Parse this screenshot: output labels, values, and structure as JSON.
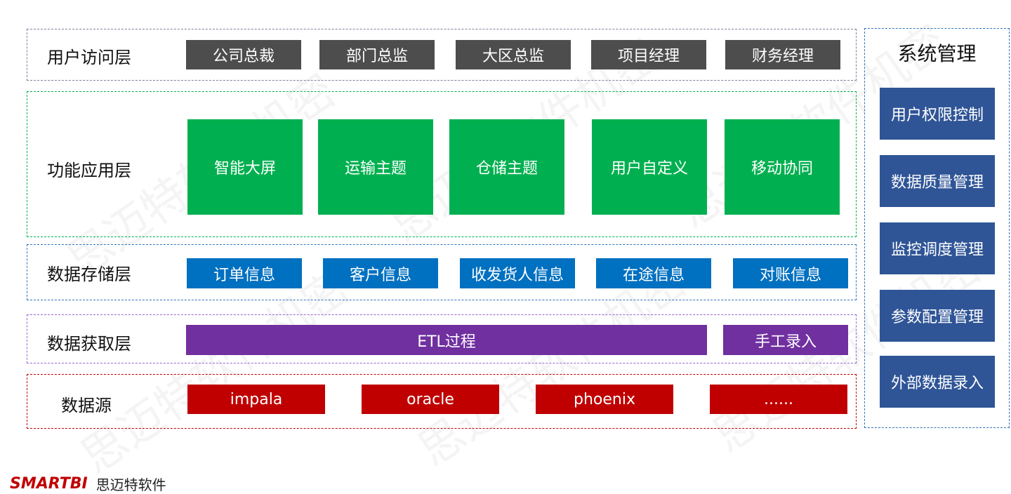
{
  "layers": {
    "access": {
      "label": "用户访问层",
      "items": [
        "公司总裁",
        "部门总监",
        "大区总监",
        "项目经理",
        "财务经理"
      ]
    },
    "function": {
      "label": "功能应用层",
      "items": [
        "智能大屏",
        "运输主题",
        "仓储主题",
        "用户自定义",
        "移动协同"
      ]
    },
    "storage": {
      "label": "数据存储层",
      "items": [
        "订单信息",
        "客户信息",
        "收发货人信息",
        "在途信息",
        "对账信息"
      ]
    },
    "acquisition": {
      "label": "数据获取层",
      "items": [
        "ETL过程",
        "手工录入"
      ]
    },
    "source": {
      "label": "数据源",
      "items": [
        "impala",
        "oracle",
        "phoenix",
        "......"
      ]
    }
  },
  "system": {
    "title": "系统管理",
    "items": [
      "用户权限控制",
      "数据质量管理",
      "监控调度管理",
      "参数配置管理",
      "外部数据录入"
    ]
  },
  "watermark": "思迈特软件机密",
  "footer": {
    "logo": "SMARTBI",
    "company": "思迈特软件"
  },
  "colors": {
    "access": "#4d4d4d",
    "function": "#00b050",
    "storage": "#0070c0",
    "acquisition": "#7030a0",
    "source": "#c00000",
    "system": "#2f5597"
  }
}
